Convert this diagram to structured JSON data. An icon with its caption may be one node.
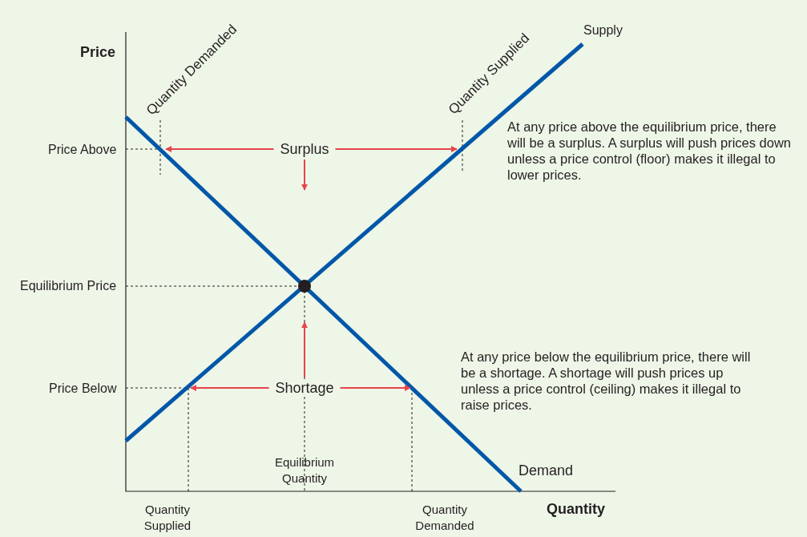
{
  "diagram": {
    "nodes": [
      {
        "text": [
          "Surplus"
        ]
      },
      {
        "text": [
          "Shortage"
        ]
      }
    ],
    "edges": [
      {
        "from": 0,
        "to": null,
        "arrow": "to"
      },
      {
        "from": 0,
        "to": null,
        "arrow": "to"
      },
      {
        "from": 0,
        "to": null,
        "arrow": "to"
      },
      {
        "from": 1,
        "to": null,
        "arrow": "to"
      },
      {
        "from": 1,
        "to": null,
        "arrow": "to"
      },
      {
        "from": 1,
        "to": null,
        "arrow": "to"
      }
    ],
    "labels": [
      "Quantity Demanded",
      "Quantity Supplied",
      "Supply",
      "Price",
      "Price Above",
      "At any price above the equilibrium price, there will be a surplus. A surplus will push prices down unless a price control (floor) makes it illegal to lower prices.",
      "Equilibrium Price",
      "At any price below the equilibrium price, there will be a shortage. A shortage will push prices up unless a price control (ceiling) makes it illegal to raise prices.",
      "Price Below",
      "Equilibrium Quantity",
      "Demand",
      "Quantity Supplied",
      "Quantity Demanded",
      "Quantity"
    ]
  }
}
